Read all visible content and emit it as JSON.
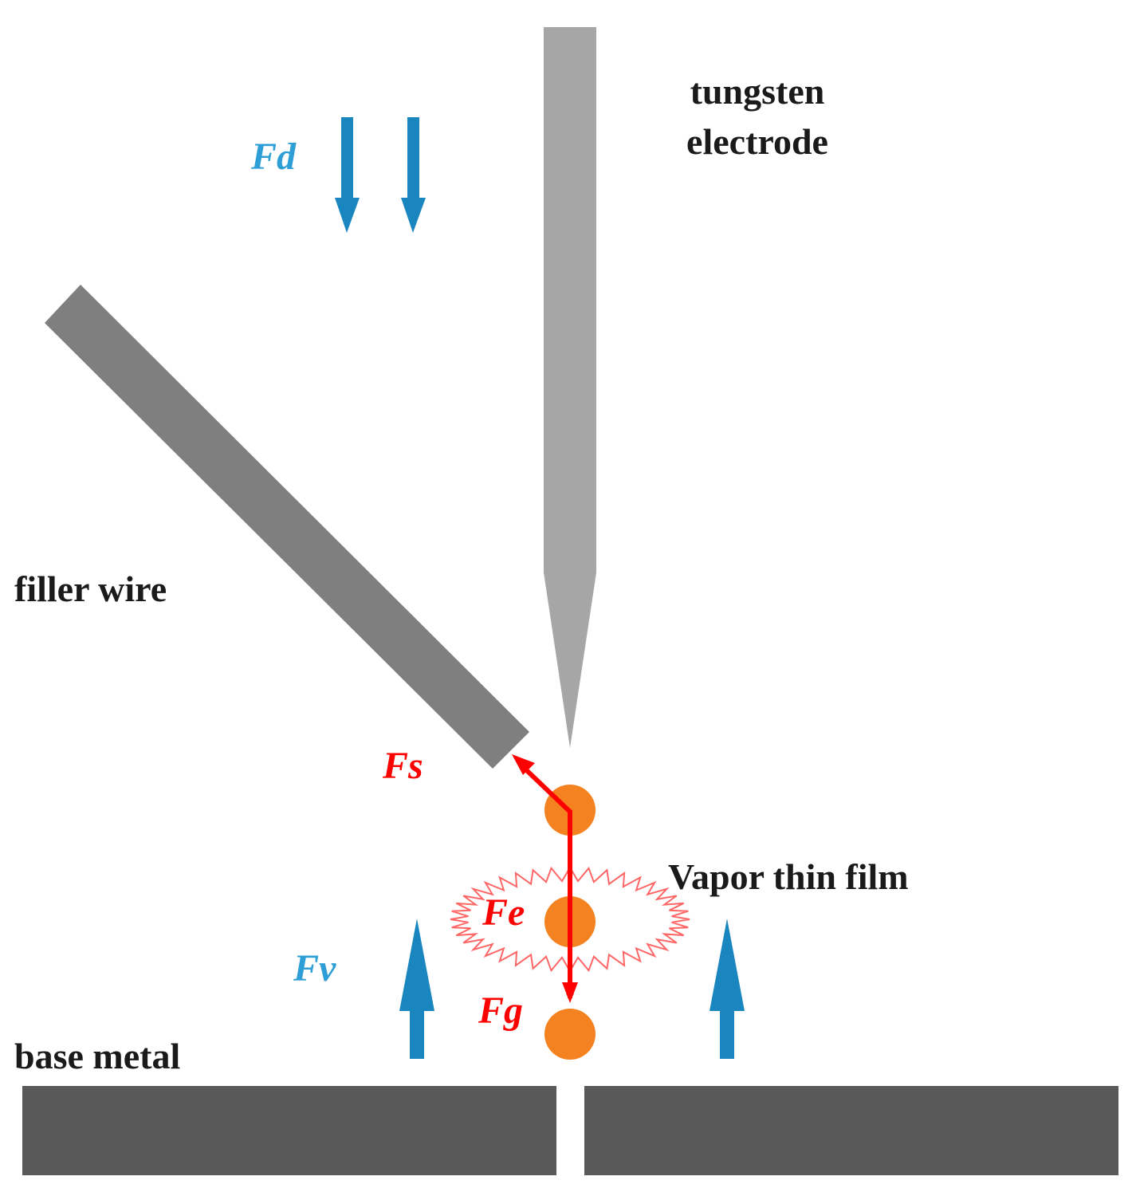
{
  "labels": {
    "electrode_line1": "tungsten",
    "electrode_line2": "electrode",
    "filler_wire": "filler wire",
    "vapor_film": "Vapor thin film",
    "base_metal": "base metal"
  },
  "forces": {
    "fd": "Fd",
    "fs": "Fs",
    "fe": "Fe",
    "fg": "Fg",
    "fv": "Fv"
  },
  "colors": {
    "electrode": "#a6a6a6",
    "filler_wire": "#7f7f7f",
    "base_metal": "#595959",
    "droplet": "#f58220",
    "force_red": "#ff0000",
    "force_blue": "#1a86bf",
    "vapor_film": "#ff6666"
  }
}
